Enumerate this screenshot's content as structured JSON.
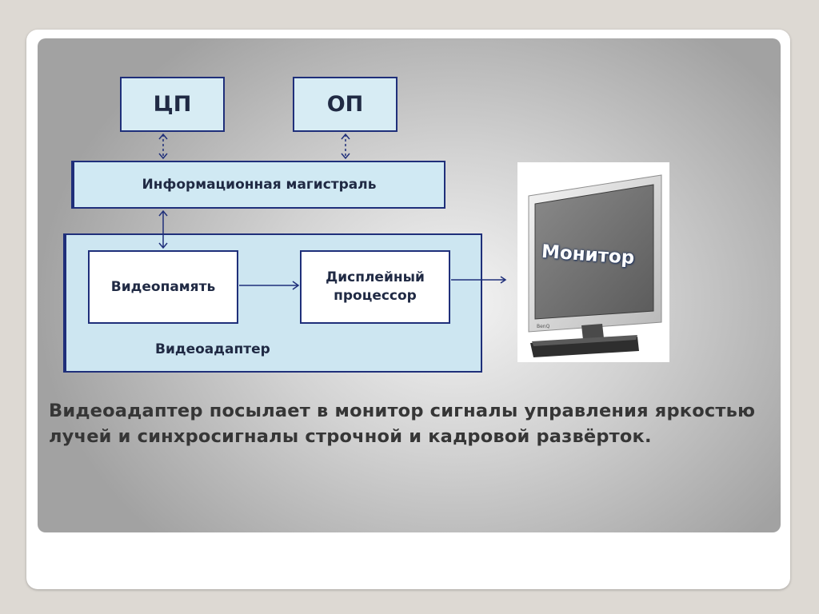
{
  "slide": {
    "cpu_label": "ЦП",
    "ram_label": "ОП",
    "bus_label": "Информационная магистраль",
    "video_memory_label": "Видеопамять",
    "display_processor_label": "Дисплейный процессор",
    "video_adapter_label": "Видеоадаптер",
    "monitor_label": "Монитор",
    "caption": "Видеоадаптер посылает в монитор сигналы управления яркостью лучей и синхросигналы строчной и кадровой развёрток.",
    "monitor_brand": "BenQ"
  },
  "colors": {
    "box_border": "#1f2f7a",
    "box_fill": "#d7ecf4",
    "text": "#202a44",
    "caption_text": "#363636"
  }
}
